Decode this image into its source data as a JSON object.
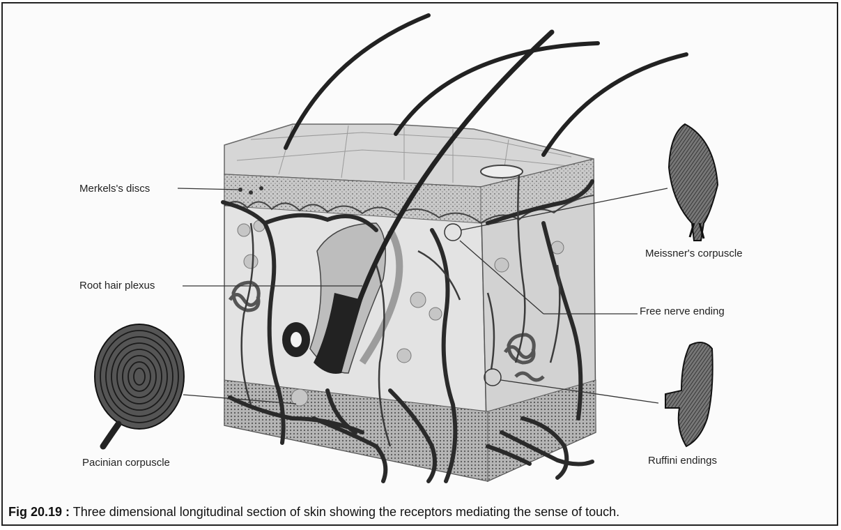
{
  "figure": {
    "labels": {
      "merkels_discs": "Merkels's discs",
      "root_hair_plexus": "Root hair plexus",
      "pacinian_corpuscle": "Pacinian corpuscle",
      "meissners_corpuscle": "Meissner's corpuscle",
      "free_nerve_ending": "Free nerve ending",
      "ruffini_endings": "Ruffini endings"
    },
    "caption": {
      "figure_number": "Fig 20.19 :",
      "text": " Three dimensional longitudinal section of skin showing the receptors mediating the sense of touch."
    }
  }
}
